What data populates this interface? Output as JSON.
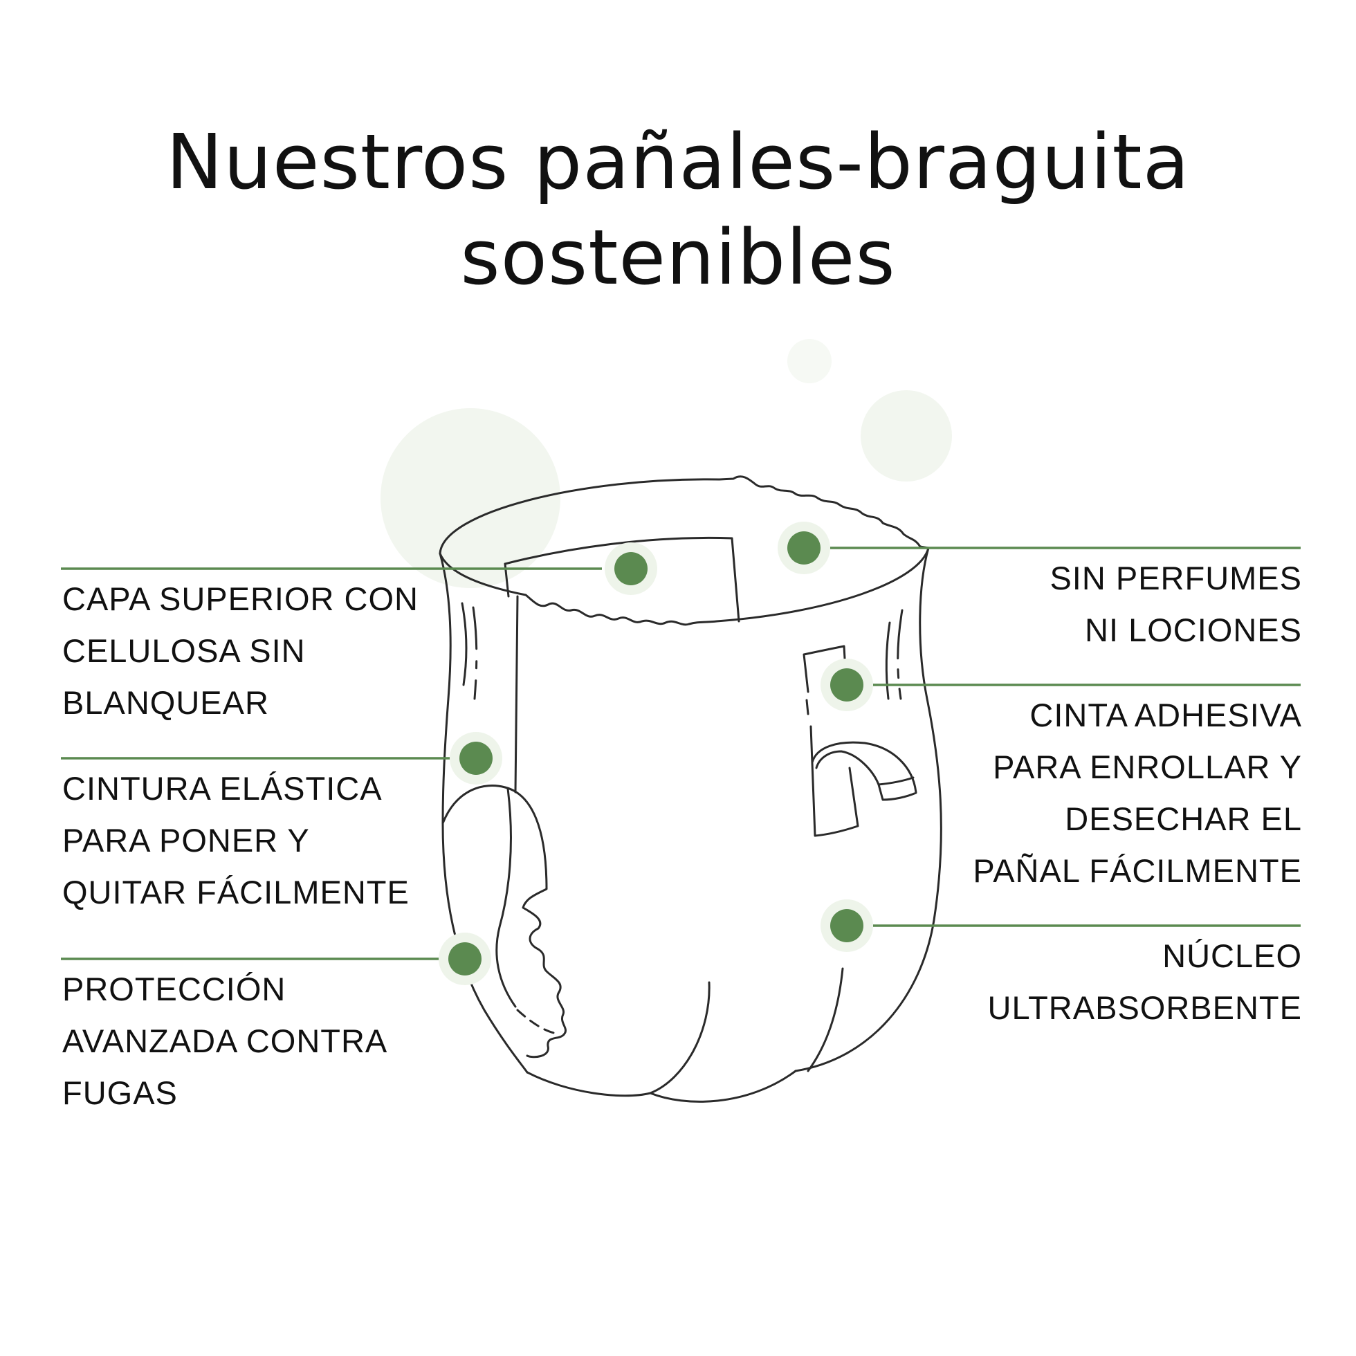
{
  "title": {
    "line1": "Nuestros pañales-braguita",
    "line2": "sostenibles"
  },
  "colors": {
    "accent_green": "#5b8a50",
    "dot_halo": "#eef4ea",
    "blob": "#f2f6ef",
    "outline": "#2a2a2a"
  },
  "callouts": {
    "top_layer": [
      "CAPA SUPERIOR CON",
      "CELULOSA SIN",
      "BLANQUEAR"
    ],
    "elastic_waist": [
      "CINTURA ELÁSTICA",
      "PARA PONER Y",
      "QUITAR FÁCILMENTE"
    ],
    "leak_protection": [
      "PROTECCIÓN",
      "AVANZADA CONTRA",
      "FUGAS"
    ],
    "no_perfumes": [
      "SIN PERFUMES",
      "NI LOCIONES"
    ],
    "adhesive_tape": [
      "CINTA ADHESIVA",
      "PARA ENROLLAR Y",
      "DESECHAR EL",
      "PAÑAL FÁCILMENTE"
    ],
    "absorbent_core": [
      "NÚCLEO",
      "ULTRABSORBENTE"
    ]
  }
}
